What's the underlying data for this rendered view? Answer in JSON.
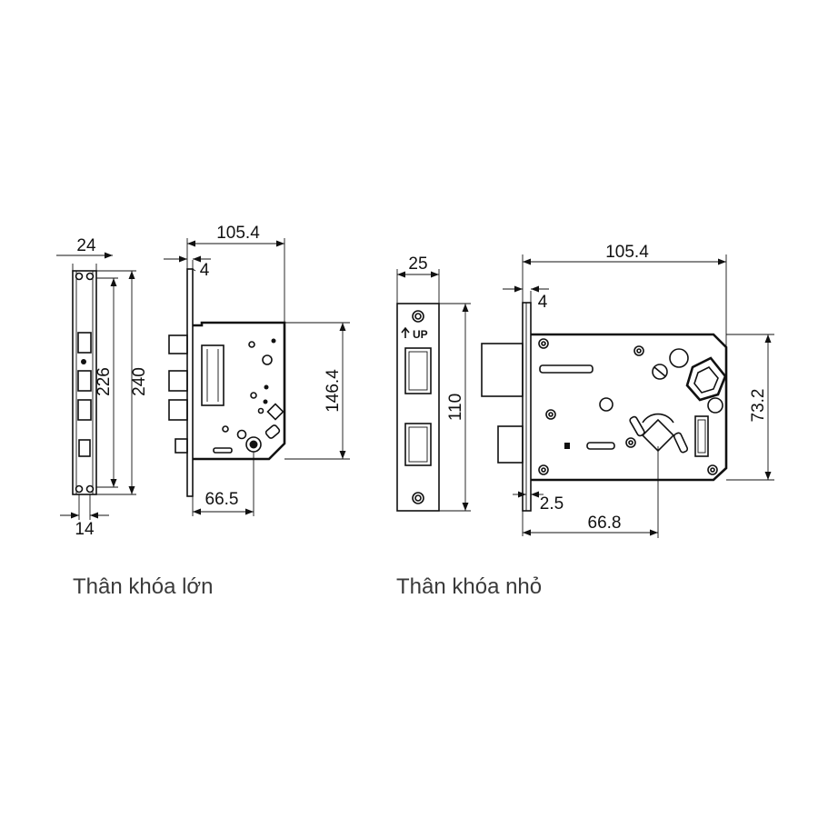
{
  "large_lock": {
    "caption": "Thân khóa lớn",
    "dims": {
      "faceplate_width": "24",
      "backset_width": "14",
      "height_226": "226",
      "height_240": "240",
      "depth": "105.4",
      "thickness": "4",
      "case_height": "146.4",
      "backset": "66.5"
    }
  },
  "small_lock": {
    "caption": "Thân khóa nhỏ",
    "up_label": "UP",
    "dims": {
      "faceplate_width": "25",
      "faceplate_height": "110",
      "depth": "105.4",
      "thickness": "4",
      "case_height": "73.2",
      "offset": "2.5",
      "backset": "66.8"
    }
  },
  "colors": {
    "line": "#111111",
    "caption": "#3a3a3a",
    "background": "#ffffff"
  }
}
